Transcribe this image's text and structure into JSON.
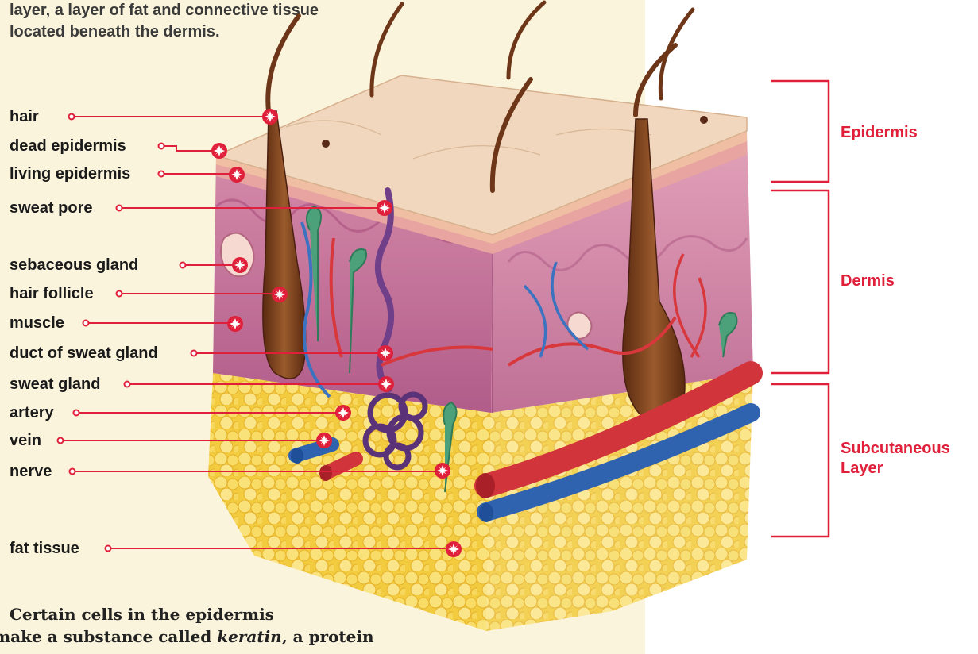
{
  "intro_lines": [
    "layer, a layer of fat and connective tissue",
    "located beneath the dermis."
  ],
  "labels": {
    "hair": "hair",
    "dead_epidermis": "dead epidermis",
    "living_epidermis": "living epidermis",
    "sweat_pore": "sweat pore",
    "sebaceous_gland": "sebaceous gland",
    "hair_follicle": "hair follicle",
    "muscle": "muscle",
    "duct_of_sweat_gland": "duct of sweat gland",
    "sweat_gland": "sweat gland",
    "artery": "artery",
    "vein": "vein",
    "nerve": "nerve",
    "fat_tissue": "fat tissue"
  },
  "regions": {
    "epidermis": "Epidermis",
    "dermis": "Dermis",
    "subcutaneous_line1": "Subcutaneous",
    "subcutaneous_line2": "Layer"
  },
  "body_text": {
    "line1": "Certain cells in the epidermis",
    "line2_before": "make a substance called ",
    "line2_term": "keratin",
    "line2_after": ", a protein"
  },
  "colors": {
    "accent_red": "#e0203a",
    "panel_bg": "#fbf4dc",
    "epidermis": "#ead0b3",
    "dermis": "#c9759b",
    "fat": "#f4d14a",
    "hair": "#7a3d1c",
    "artery": "#d9373e",
    "vein": "#2f6ec0"
  }
}
